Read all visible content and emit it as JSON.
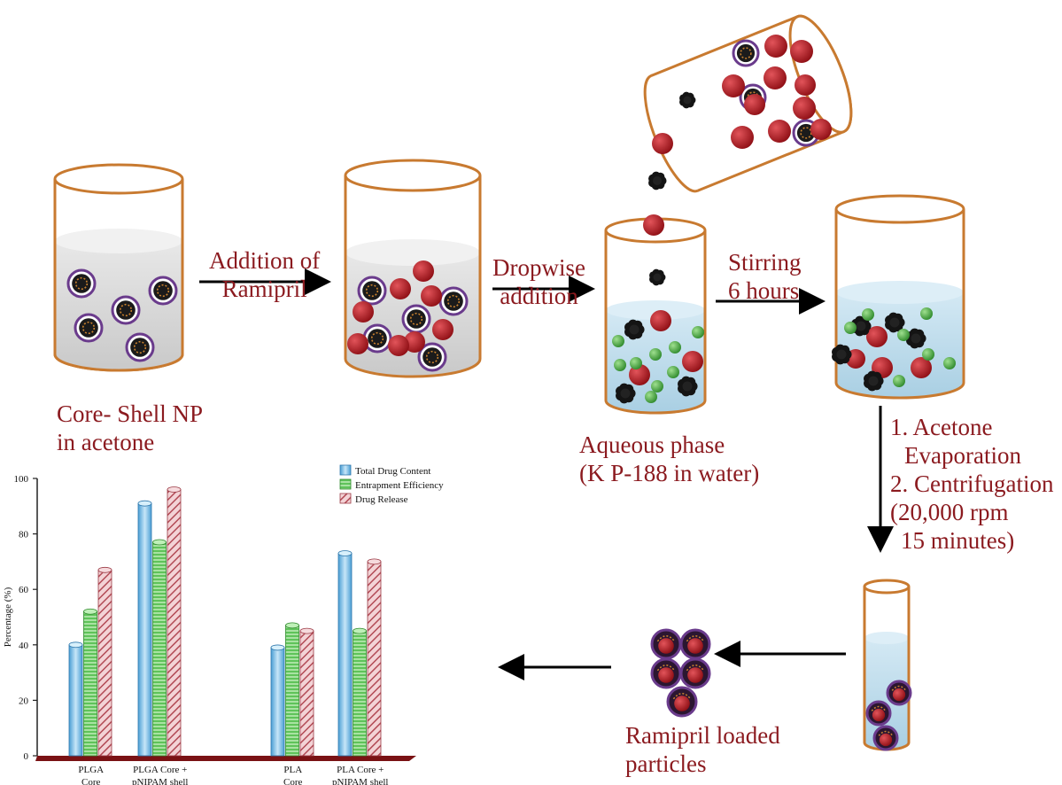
{
  "labels": {
    "core_shell": [
      "Core- Shell NP",
      "in acetone"
    ],
    "addition_of": [
      "Addition of",
      "Ramipril"
    ],
    "dropwise": [
      "Dropwise",
      "addition"
    ],
    "stirring": [
      "Stirring",
      "6 hours"
    ],
    "aqueous": [
      "Aqueous phase",
      "(K P-188 in water)"
    ],
    "acetone_steps": [
      "1. Acetone",
      "Evaporation",
      "2. Centrifugation",
      "(20,000 rpm",
      "15 minutes)"
    ],
    "loaded": [
      "Ramipril loaded",
      "particles"
    ]
  },
  "colors": {
    "label_text": "#8b1a1f",
    "beaker_outline": "#c87a30",
    "acetone_liquid": "#dcdcdc",
    "aqueous_liquid": "#bcd9ea",
    "drug_red": "#b81e24",
    "np_purple": "#6a3b8c",
    "green_particle": "#5aae4e",
    "arrow": "#000000"
  },
  "chart_data": {
    "type": "bar",
    "categories": [
      [
        "PLGA",
        "Core"
      ],
      [
        "PLGA Core +",
        "pNIPAM shell"
      ],
      [
        "PLA",
        "Core"
      ],
      [
        "PLA Core +",
        "pNIPAM shell"
      ]
    ],
    "series": [
      {
        "name": "Total Drug Content",
        "values": [
          40,
          91,
          39,
          73
        ],
        "color": "#7fc3ea"
      },
      {
        "name": "Entrapment Efficiency",
        "values": [
          52,
          77,
          47,
          45
        ],
        "color": "#7ed37b"
      },
      {
        "name": "Drug Release",
        "values": [
          67,
          96,
          45,
          70
        ],
        "color": "#d9949a"
      }
    ],
    "ylabel": "Percentage (%)",
    "yticks": [
      0,
      20,
      40,
      60,
      80,
      100
    ],
    "ylim": [
      0,
      100
    ],
    "legend": "top-center"
  }
}
